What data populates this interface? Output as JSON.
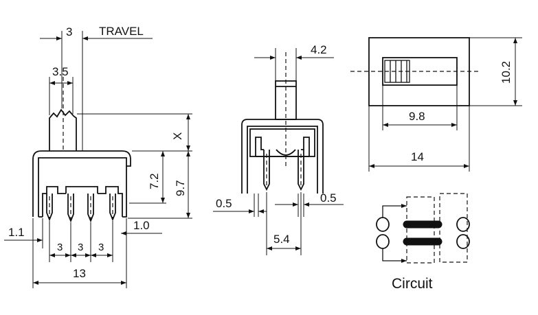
{
  "colors": {
    "line": "#111111",
    "background": "#ffffff"
  },
  "side_view": {
    "travel_value": "3",
    "travel_label": "TRAVEL",
    "knob_width": "3.5",
    "knob_height": "X",
    "pin_height": "7.2",
    "total_height": "9.7",
    "left_offset": "1.1",
    "right_offset": "1.0",
    "pitch_1": "3",
    "pitch_2": "3",
    "pitch_3": "3",
    "body_width": "13"
  },
  "front_view": {
    "knob_width": "4.2",
    "pin_left": "0.5",
    "pin_right": "0.5",
    "pin_spacing": "5.4"
  },
  "top_view": {
    "height": "10.2",
    "slot_width": "9.8",
    "body_width": "14"
  },
  "circuit": {
    "label": "Circuit"
  }
}
